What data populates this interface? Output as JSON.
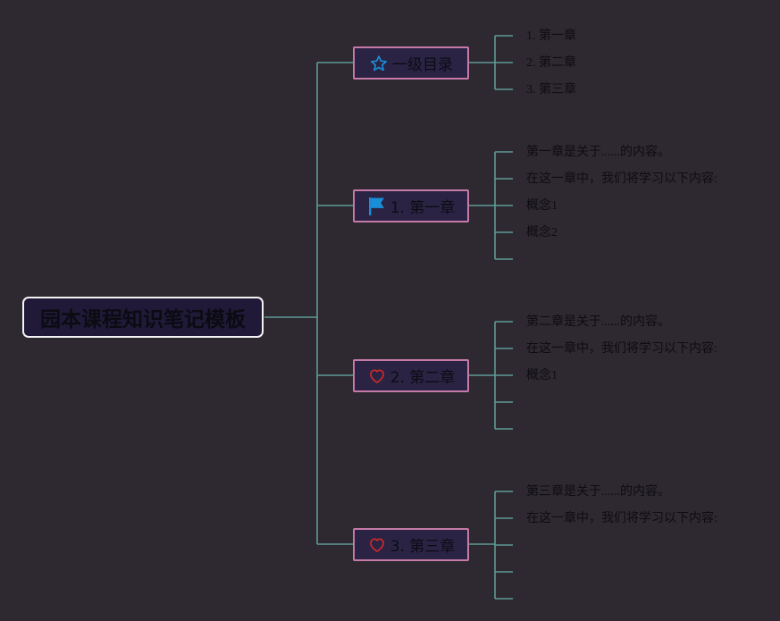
{
  "root": {
    "label": "园本课程知识笔记模板"
  },
  "branches": [
    {
      "label": "一级目录",
      "icon": "star-icon",
      "leaves": [
        "1. 第一章",
        "2. 第二章",
        "3. 第三章"
      ],
      "slots": 3
    },
    {
      "label": "1. 第一章",
      "icon": "flag-icon",
      "leaves": [
        "第一章是关于......的内容。",
        "在这一章中，我们将学习以下内容:",
        "概念1",
        "概念2"
      ],
      "slots": 5
    },
    {
      "label": "2. 第二章",
      "icon": "heart-icon",
      "leaves": [
        "第二章是关于......的内容。",
        "在这一章中，我们将学习以下内容:",
        "概念1"
      ],
      "slots": 5
    },
    {
      "label": "3. 第三章",
      "icon": "heart-icon",
      "leaves": [
        "第三章是关于......的内容。",
        "在这一章中，我们将学习以下内容:"
      ],
      "slots": 5
    }
  ],
  "colors": {
    "background": "#2e2830",
    "line": "#5d9b95",
    "branch_border": "#c67aa7",
    "star": "#1a8fd8",
    "flag": "#1a8fd8",
    "heart": "#d02a2a"
  }
}
